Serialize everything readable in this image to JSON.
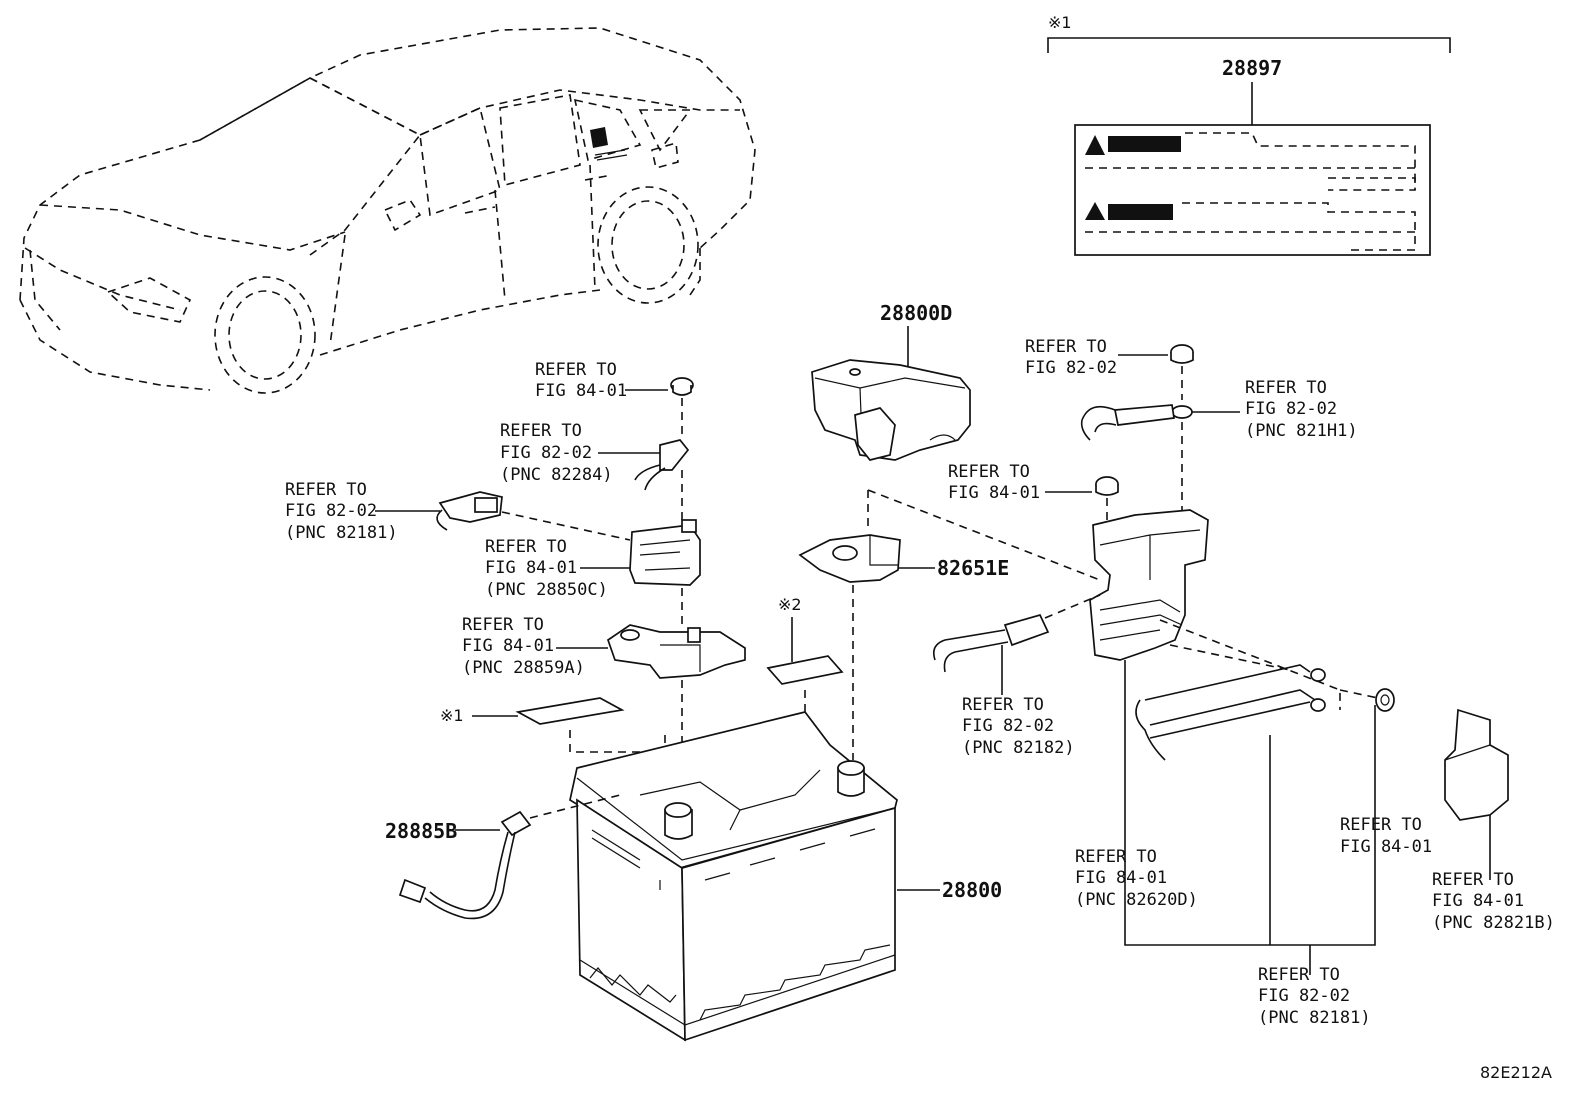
{
  "labels": {
    "refer_84_01_a": [
      "REFER TO",
      "FIG 84-01"
    ],
    "refer_82_02_pnc82284": [
      "REFER TO",
      "FIG 82-02",
      "(PNC 82284)"
    ],
    "refer_82_02_pnc82181_left": [
      "REFER TO",
      "FIG 82-02",
      "(PNC 82181)"
    ],
    "refer_84_01_pnc28850c": [
      "REFER TO",
      "FIG 84-01",
      "(PNC 28850C)"
    ],
    "refer_84_01_pnc28859a": [
      "REFER TO",
      "FIG 84-01",
      "(PNC 28859A)"
    ],
    "refer_82_02_top": [
      "REFER TO",
      "FIG 82-02"
    ],
    "refer_82_02_pnc821h1": [
      "REFER TO",
      "FIG 82-02",
      "(PNC 821H1)"
    ],
    "refer_84_01_mid": [
      "REFER TO",
      "FIG 84-01"
    ],
    "refer_82_02_pnc82182": [
      "REFER TO",
      "FIG 82-02",
      "(PNC 82182)"
    ],
    "refer_84_01_pnc82620d": [
      "REFER TO",
      "FIG 84-01",
      "(PNC 82620D)"
    ],
    "refer_84_01_right": [
      "REFER TO",
      "FIG 84-01"
    ],
    "refer_84_01_pnc82821b": [
      "REFER TO",
      "FIG 84-01",
      "(PNC 82821B)"
    ],
    "refer_82_02_pnc82181_bottom": [
      "REFER TO",
      "FIG 82-02",
      "(PNC 82181)"
    ]
  },
  "part_numbers": {
    "p28897": "28897",
    "p28800d": "28800D",
    "p82651e": "82651E",
    "p28885b": "28885B",
    "p28800": "28800"
  },
  "notes": {
    "note1_top": "※1",
    "note1_side": "※1",
    "note2": "※2"
  },
  "illustration_id": "82E212A"
}
